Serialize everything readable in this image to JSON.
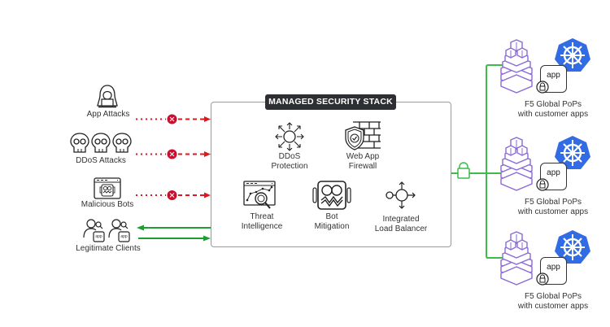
{
  "title": "MANAGED SECURITY STACK",
  "sources": [
    {
      "label": "App Attacks",
      "icon": "hacker-icon",
      "blocked": true
    },
    {
      "label": "DDoS Attacks",
      "icon": "skulls-icon",
      "blocked": true
    },
    {
      "label": "Malicious Bots",
      "icon": "bot-window-icon",
      "blocked": true
    },
    {
      "label": "Legitimate Clients",
      "icon": "users-app-icon",
      "blocked": false
    }
  ],
  "stack_items": [
    {
      "line1": "DDoS",
      "line2": "Protection",
      "icon": "ddos-burst-icon"
    },
    {
      "line1": "Web App",
      "line2": "Firewall",
      "icon": "shield-firewall-icon"
    },
    {
      "line1": "Threat",
      "line2": "Intelligence",
      "icon": "threat-intel-icon"
    },
    {
      "line1": "Bot",
      "line2": "Mitigation",
      "icon": "bot-face-icon"
    },
    {
      "line1": "Integrated",
      "line2": "Load Balancer",
      "icon": "load-balancer-icon"
    }
  ],
  "pops": [
    {
      "line1": "F5 Global PoPs",
      "line2": "with customer apps",
      "app_label": "app"
    },
    {
      "line1": "F5 Global PoPs",
      "line2": "with customer apps",
      "app_label": "app"
    },
    {
      "line1": "F5 Global PoPs",
      "line2": "with customer apps",
      "app_label": "app"
    }
  ],
  "client_app_label": "app",
  "colors": {
    "attack": "#e0161b",
    "block": "#c8102e",
    "legit": "#1e9e2f",
    "pop_link": "#3dbb4b",
    "pop_purple": "#8b6ad8",
    "k8s_blue": "#326ce5",
    "title_bg": "#2d2f33"
  }
}
